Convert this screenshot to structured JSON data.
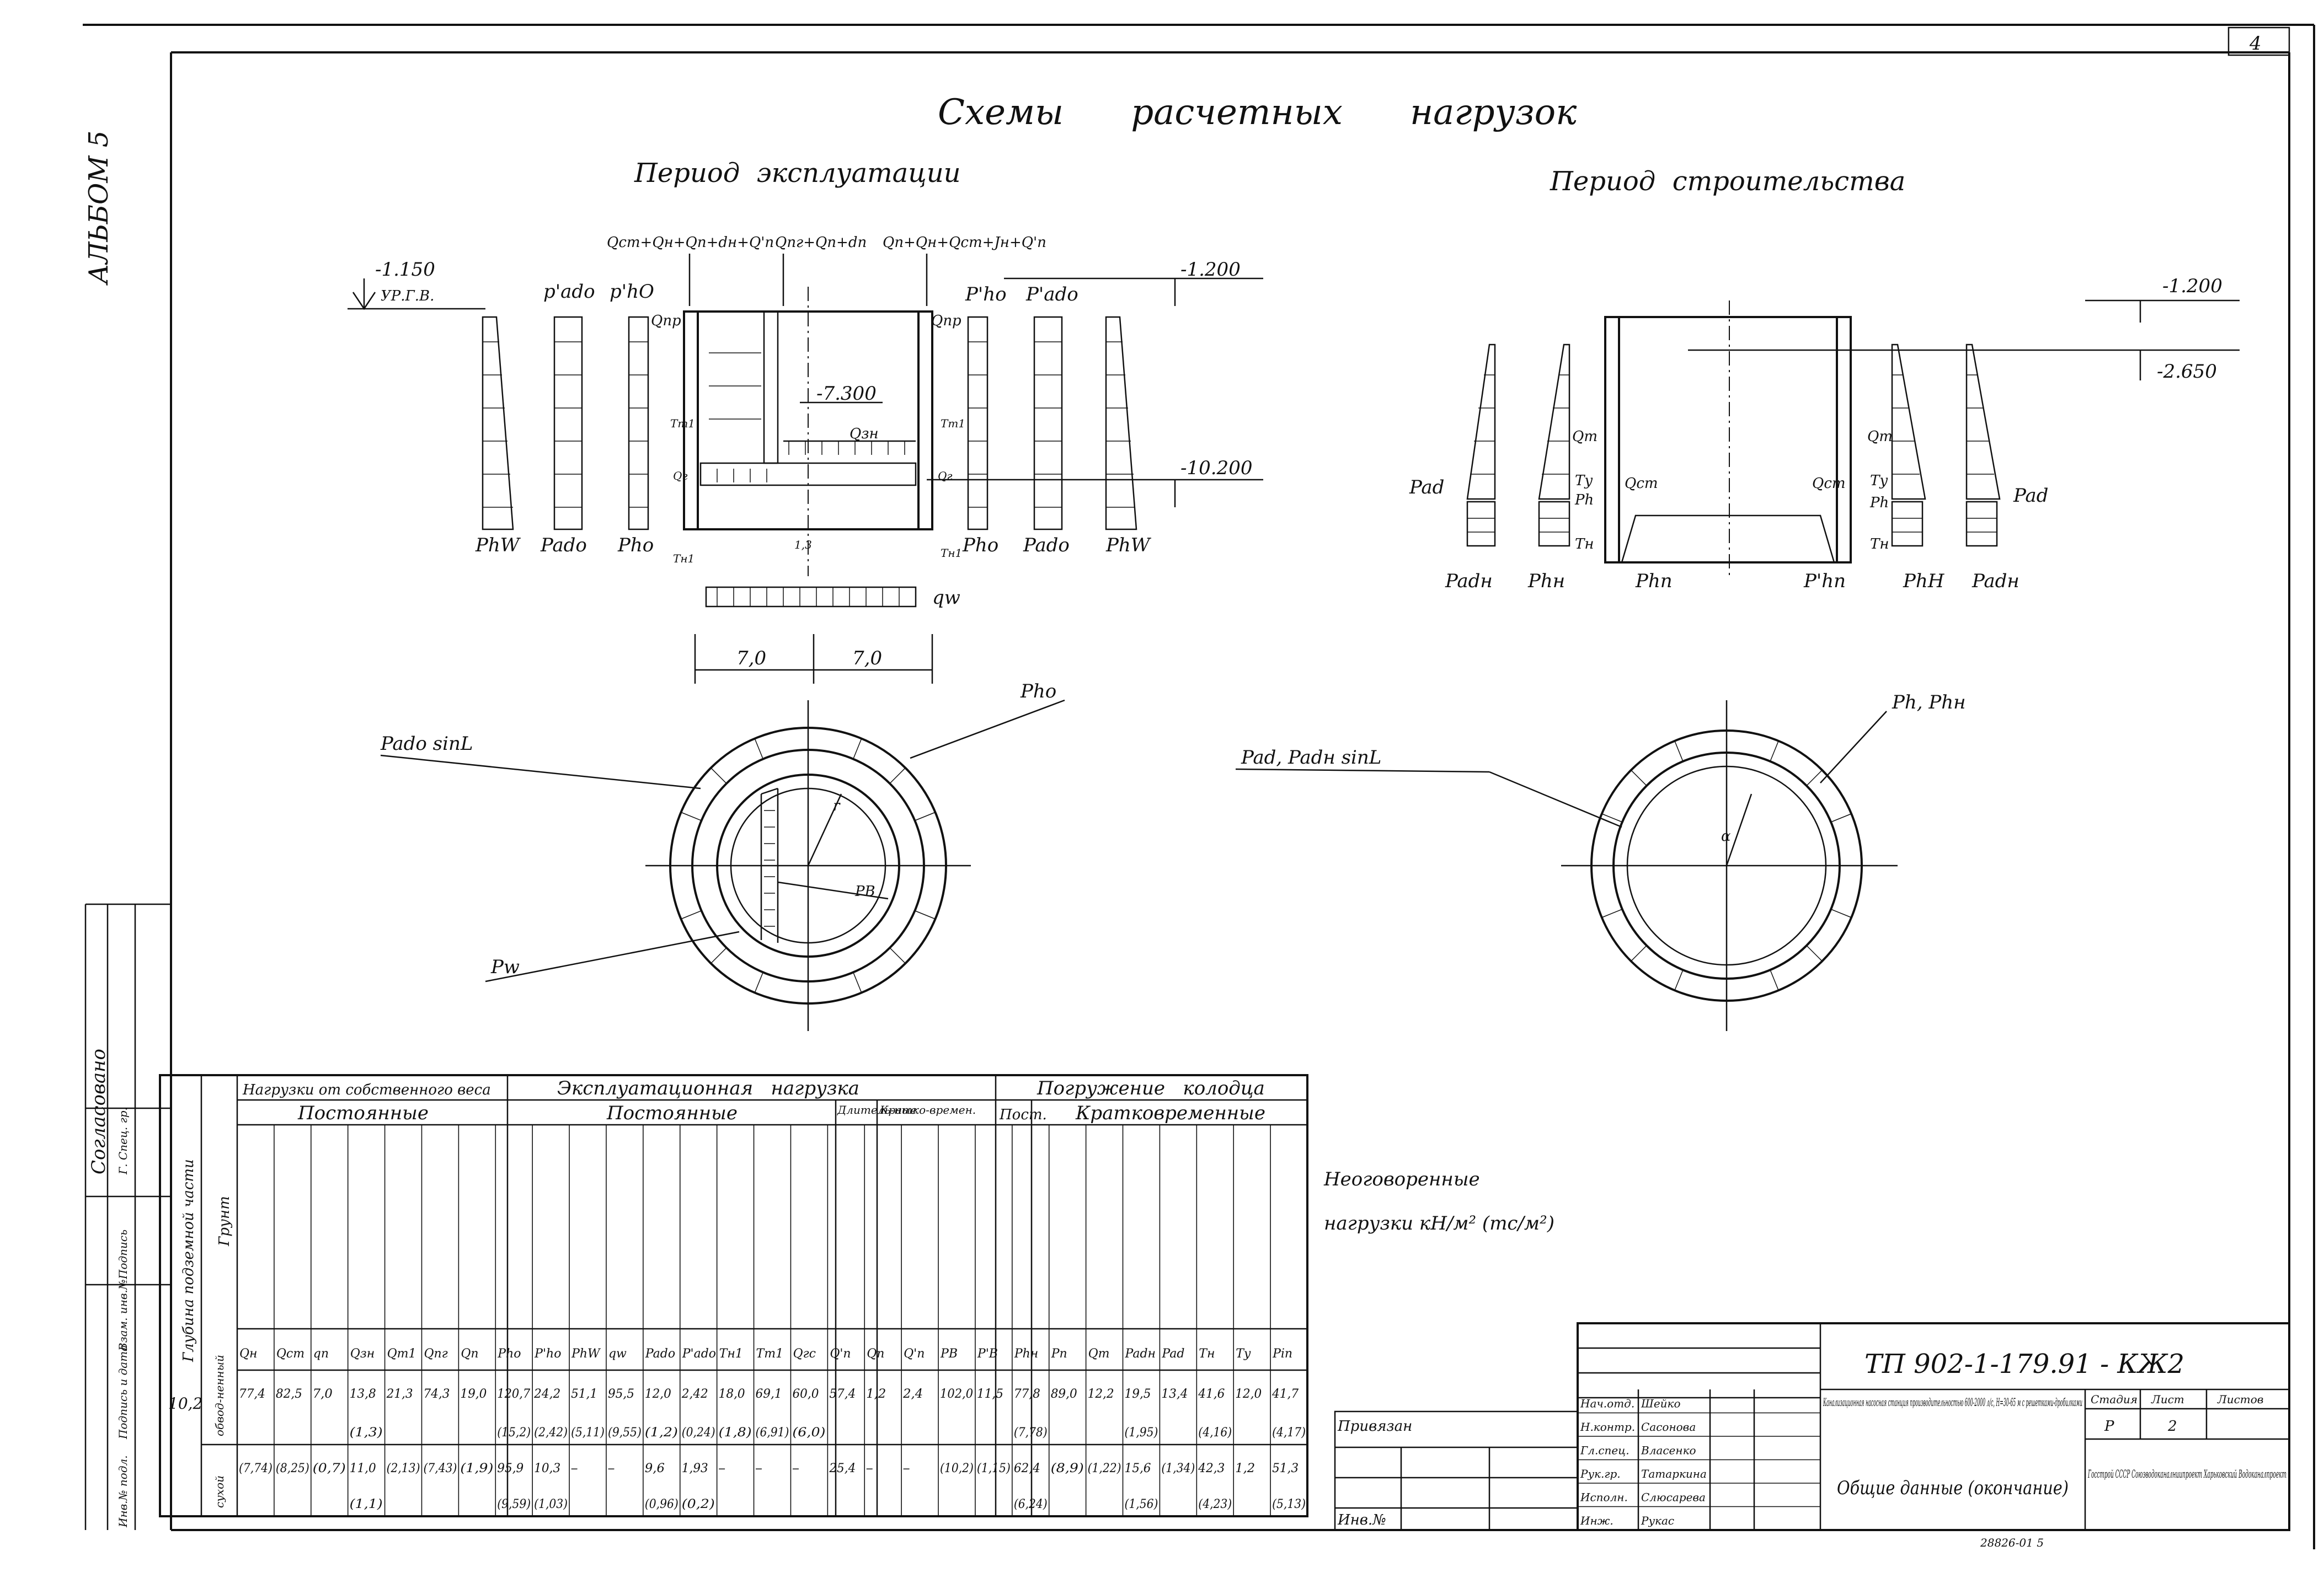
{
  "sheet": {
    "sheet_number": "4",
    "album": "АЛЬБОМ 5",
    "main_title": "Схемы      расчетных      нагрузок",
    "period_exploitation": "Период  эксплуатации",
    "period_construction": "Период  строительства",
    "document_code": "ТП 902-1-179.91 - КЖ2",
    "inventory_number": "28826-01 5"
  },
  "left_margin": {
    "agreed": "Согласовано",
    "cells": [
      "Г. Спец. гр.",
      "Подпись",
      "Инв.№ подл.",
      "Подпись и дата",
      "Взам. инв.№"
    ]
  },
  "exploitation_scheme": {
    "level_groundwater": "-1.150",
    "level_groundwater_sub": "УР.Г.В.",
    "level_top": "-1.200",
    "level_mid": "-7.300",
    "level_bottom": "-10.200",
    "load_formulas": [
      "Qст+Qн+Qп+dн+Q'п",
      "Qпг+Qп+dп",
      "Qп+Qн+Qст+Jн+Q'п"
    ],
    "top_labels": [
      "p'ado",
      "p'hO",
      "Qпр",
      "Qпр",
      "P'ho",
      "P'ado"
    ],
    "bottom_labels": [
      "PhW",
      "Pado",
      "Pho",
      "Pho",
      "Pado",
      "PhW"
    ],
    "inner_labels": [
      "Qзн",
      "Tт1",
      "Tт1",
      "Qг",
      "Qг",
      "Tн1",
      "Tн1",
      "1,3",
      "qw"
    ],
    "dims": [
      "7,0",
      "7,0"
    ]
  },
  "construction_scheme": {
    "level_top": "-1.200",
    "level_low": "-2.650",
    "labels_left": [
      "Pad",
      "Qт",
      "Tу",
      "Рh",
      "Qст",
      "Tн"
    ],
    "labels_right": [
      "Qт",
      "Tу",
      "Рh",
      "Qст",
      "Tн",
      "Pad"
    ],
    "bottom_labels": [
      "Padн",
      "Phн",
      "Phn",
      "P'hn",
      "PhН",
      "Padн"
    ]
  },
  "plan_exploitation": {
    "labels": [
      "Pado sinL",
      "Pho",
      "Pw",
      "PB",
      "r"
    ]
  },
  "plan_construction": {
    "labels": [
      "Pad, Padн sinL",
      "Ph, Phн",
      "α"
    ]
  },
  "note": {
    "line1": "Неоговоренные",
    "line2": "нагрузки кН/м² (тс/м²)"
  },
  "load_table": {
    "col_depth": "Глубина подземной части",
    "col_soil": "Грунт",
    "group_own": "Нагрузки от собственного веса",
    "group_own_sub": "Постоянные",
    "group_exploitation": "Эксплуатационная   нагрузка",
    "group_exploitation_sub": "Постоянные",
    "group_temp": "Длитель-ные",
    "group_short": "Кратко-времен.",
    "group_immersion": "Погружение   колодца",
    "group_immersion_const": "Пост.",
    "group_immersion_short": "Кратковременные",
    "symbols": [
      "Qн",
      "Qст",
      "qп",
      "Qзн",
      "Qт1",
      "Qпг",
      "Qп",
      "Pho",
      "P'ho",
      "PhW",
      "qw",
      "Pado",
      "P'ado",
      "Tн1",
      "Tт1",
      "Qгс",
      "Q'п",
      "Qп",
      "Q'п",
      "PB",
      "P'B",
      "Phн",
      "Pп",
      "Qт",
      "Padн",
      "Pad",
      "Tн",
      "Tу",
      "Pin"
    ],
    "depth": "10,2",
    "soil_row1": "обвод-ненный",
    "soil_row2": "сухой",
    "row1": [
      "77,4",
      "82,5",
      "7,0",
      "13,8",
      "21,3",
      "74,3",
      "19,0",
      "120,7",
      "24,2",
      "51,1",
      "95,5",
      "12,0",
      "2,42",
      "18,0",
      "69,1",
      "60,0",
      "57,4",
      "1,2",
      "2,4",
      "102,0",
      "11,5",
      "77,8",
      "89,0",
      "12,2",
      "19,5",
      "13,4",
      "41,6",
      "12,0",
      "41,7"
    ],
    "row1_sub": [
      "",
      "",
      "",
      "(1,3)",
      "",
      "",
      "",
      "(15,2)",
      "(2,42)",
      "(5,11)",
      "(9,55)",
      "(1,2)",
      "(0,24)",
      "(1,8)",
      "(6,91)",
      "(6,0)",
      "",
      "",
      "",
      "",
      "",
      "(7,78)",
      "",
      "",
      "(1,95)",
      "",
      "(4,16)",
      "",
      "(4,17)"
    ],
    "row2": [
      "(7,74)",
      "(8,25)",
      "(0,7)",
      "11,0",
      "(2,13)",
      "(7,43)",
      "(1,9)",
      "95,9",
      "10,3",
      "—",
      "—",
      "9,6",
      "1,93",
      "—",
      "—",
      "—",
      "25,4",
      "—",
      "—",
      "(10,2)",
      "(1,15)",
      "62,4",
      "(8,9)",
      "(1,22)",
      "15,6",
      "(1,34)",
      "42,3",
      "1,2",
      "51,3"
    ],
    "row2_sub": [
      "",
      "",
      "",
      "(1,1)",
      "",
      "",
      "",
      "(9,59)",
      "(1,03)",
      "",
      "",
      "(0,96)",
      "(0,2)",
      "",
      "",
      "",
      "",
      "",
      "",
      "",
      "",
      "(6,24)",
      "",
      "",
      "(1,56)",
      "",
      "(4,23)",
      "",
      "(5,13)"
    ]
  },
  "title_block": {
    "tied": "Привязан",
    "inv_no": "Инв.№",
    "roles": [
      "Нач.отд.",
      "Н.контр.",
      "Гл.спец.",
      "Рук.гр.",
      "Исполн.",
      "Инж."
    ],
    "names": [
      "Шейко",
      "Сасонова",
      "Власенко",
      "Татаркина",
      "Слюсарева",
      "Рукас"
    ],
    "project_name": "Канализационная насосная станция производительностью 600-2000 л/с, H=30-65 м с решетками-дробилками",
    "sheet_title": "Общие данные (окончание)",
    "stage_label": "Стадия",
    "sheet_label": "Лист",
    "sheets_label": "Листов",
    "stage": "Р",
    "sheet": "2",
    "organization": "Госстрой СССР Союзводоканалниипроект Харьковский Водоканалпроект"
  }
}
